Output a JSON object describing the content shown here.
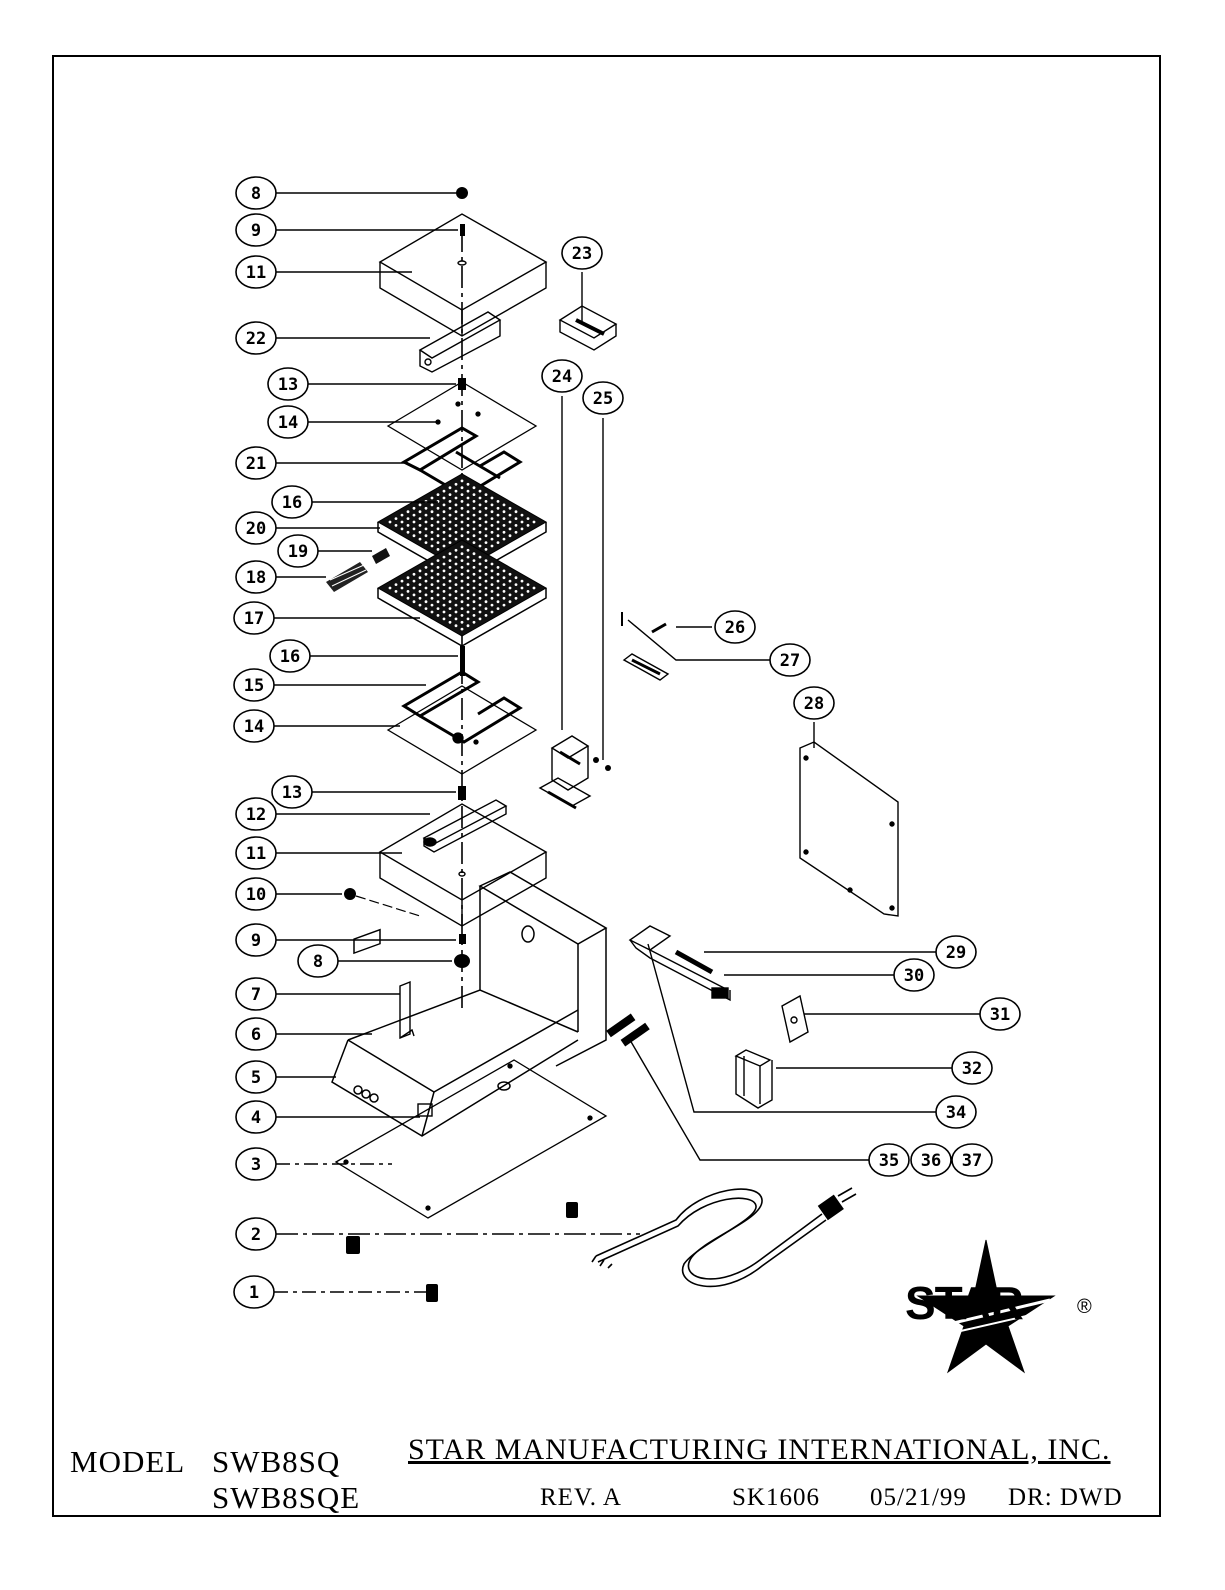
{
  "callouts": [
    {
      "num": "8"
    },
    {
      "num": "9"
    },
    {
      "num": "11"
    },
    {
      "num": "22"
    },
    {
      "num": "13"
    },
    {
      "num": "14"
    },
    {
      "num": "21"
    },
    {
      "num": "16"
    },
    {
      "num": "20"
    },
    {
      "num": "19"
    },
    {
      "num": "18"
    },
    {
      "num": "17"
    },
    {
      "num": "16"
    },
    {
      "num": "15"
    },
    {
      "num": "14"
    },
    {
      "num": "13"
    },
    {
      "num": "12"
    },
    {
      "num": "11"
    },
    {
      "num": "10"
    },
    {
      "num": "9"
    },
    {
      "num": "8"
    },
    {
      "num": "7"
    },
    {
      "num": "6"
    },
    {
      "num": "5"
    },
    {
      "num": "4"
    },
    {
      "num": "3"
    },
    {
      "num": "2"
    },
    {
      "num": "1"
    },
    {
      "num": "23"
    },
    {
      "num": "24"
    },
    {
      "num": "25"
    },
    {
      "num": "26"
    },
    {
      "num": "27"
    },
    {
      "num": "28"
    },
    {
      "num": "29"
    },
    {
      "num": "30"
    },
    {
      "num": "31"
    },
    {
      "num": "32"
    },
    {
      "num": "34"
    },
    {
      "num": "35"
    },
    {
      "num": "36"
    },
    {
      "num": "37"
    }
  ],
  "title_block": {
    "model_label": "MODEL",
    "model_1": "SWB8SQ",
    "model_2": "SWB8SQE",
    "company": "STAR MANUFACTURING INTERNATIONAL, INC.",
    "revision": "REV. A",
    "drawing_no": "SK1606",
    "date": "05/21/99",
    "drafter": "DR: DWD"
  },
  "logo": {
    "text": "STAR",
    "mark": "®",
    "icon": "star-icon"
  }
}
